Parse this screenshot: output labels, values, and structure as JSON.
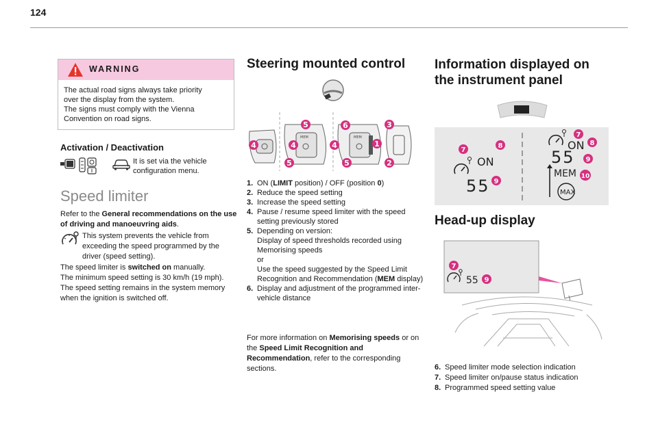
{
  "page": {
    "number": "124"
  },
  "warning": {
    "title": "WARNING",
    "lines": [
      "The actual road signs always take priority",
      "over the display from the system.",
      "The signs must comply with the Vienna",
      "Convention on road signs."
    ]
  },
  "activation": {
    "heading": "Activation / Deactivation",
    "text": "It is set via the vehicle configuration menu."
  },
  "speed_limiter": {
    "heading": "Speed limiter",
    "refer_prefix": "Refer to the ",
    "refer_bold": "General recommendations on the use of driving and manoeuvring aids",
    "refer_suffix": ".",
    "icon_text": "This system prevents the vehicle from exceeding the speed programmed by the driver (speed setting).",
    "switched_prefix": "The speed limiter is ",
    "switched_bold": "switched on",
    "switched_suffix": " manually.",
    "min_speed": "The minimum speed setting is 30 km/h (19 mph).",
    "remains": "The speed setting remains in the system memory when the ignition is switched off."
  },
  "steering": {
    "heading": "Steering mounted control",
    "callouts": [
      "1",
      "2",
      "3",
      "4",
      "5",
      "6"
    ],
    "items": [
      {
        "num": "1.",
        "parts": [
          "ON (",
          "LIMIT",
          " position) / OFF (position ",
          "0",
          ")"
        ]
      },
      {
        "num": "2.",
        "text": "Reduce the speed setting"
      },
      {
        "num": "3.",
        "text": "Increase the speed setting"
      },
      {
        "num": "4.",
        "text": "Pause / resume speed limiter with the speed setting previously stored"
      },
      {
        "num": "5.",
        "l1": "Depending on version:",
        "l2": "Display of speed thresholds recorded using Memorising speeds",
        "l3": "or",
        "l4a": "Use the speed suggested by the Speed Limit Recognition and Recommendation (",
        "l4b": "MEM",
        "l4c": " display)"
      },
      {
        "num": "6.",
        "text": "Display and adjustment of the programmed inter-vehicle distance"
      }
    ],
    "more_prefix": "For more information on ",
    "more_bold1": "Memorising speeds",
    "more_mid": " or on the ",
    "more_bold2": "Speed Limit Recognition and Recommendation",
    "more_suffix": ", refer to the corresponding sections."
  },
  "instrument": {
    "heading_l1": "Information displayed on",
    "heading_l2": "the instrument panel",
    "on_label": "ON",
    "speed": "55",
    "mem_label": "MEM",
    "max_label": "MAX",
    "callouts": [
      "7",
      "8",
      "9",
      "10"
    ]
  },
  "hud": {
    "heading": "Head-up display",
    "speed": "55",
    "callouts": [
      "7",
      "9"
    ]
  },
  "info_items": [
    {
      "num": "6.",
      "text": "Speed limiter mode selection indication"
    },
    {
      "num": "7.",
      "text": "Speed limiter on/pause status indication"
    },
    {
      "num": "8.",
      "text": "Programmed speed setting value"
    }
  ],
  "colors": {
    "callout": "#d6307f",
    "warning_band": "#f6c9e0",
    "figure_bg": "#e8e8e8"
  }
}
